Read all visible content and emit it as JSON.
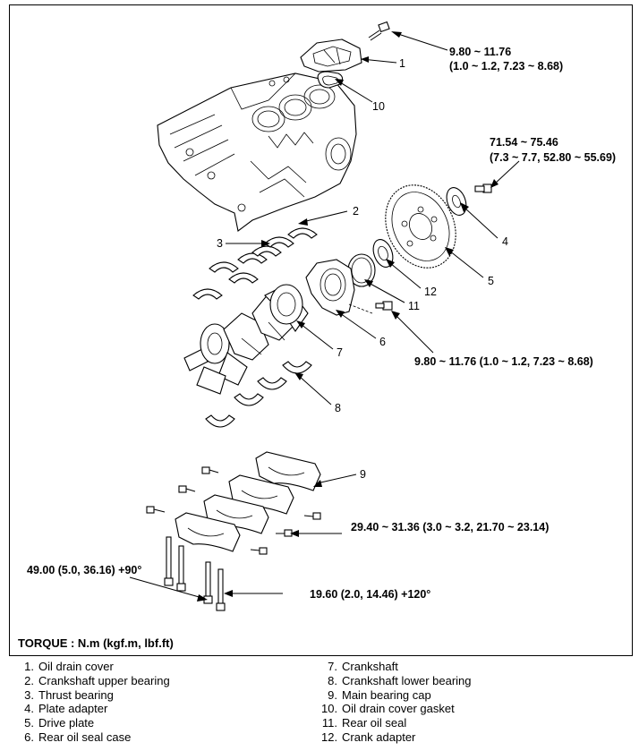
{
  "torque_specs": {
    "oil_drain_cover_bolt_line1": "9.80 ~ 11.76",
    "oil_drain_cover_bolt_line2": "(1.0 ~ 1.2, 7.23 ~ 8.68)",
    "drive_plate_bolt_line1": "71.54 ~ 75.46",
    "drive_plate_bolt_line2": "(7.3 ~ 7.7, 52.80 ~ 55.69)",
    "rear_oil_seal_case_bolt": "9.80 ~ 11.76 (1.0 ~ 1.2, 7.23 ~ 8.68)",
    "bed_plate_bolt": "29.40 ~ 31.36 (3.0 ~ 3.2, 21.70 ~ 23.14)",
    "main_bearing_cap_bolt_a": "49.00 (5.0, 36.16) +90°",
    "main_bearing_cap_bolt_b": "19.60 (2.0, 14.46) +120°"
  },
  "callout_numbers": {
    "n1": "1",
    "n2": "2",
    "n3": "3",
    "n4": "4",
    "n5": "5",
    "n6": "6",
    "n7": "7",
    "n8": "8",
    "n9": "9",
    "n10": "10",
    "n11": "11",
    "n12": "12"
  },
  "torque_units": "TORQUE : N.m (kgf.m, lbf.ft)",
  "legend": {
    "left": [
      {
        "num": "1.",
        "label": "Oil drain cover"
      },
      {
        "num": "2.",
        "label": "Crankshaft upper bearing"
      },
      {
        "num": "3.",
        "label": "Thrust bearing"
      },
      {
        "num": "4.",
        "label": "Plate adapter"
      },
      {
        "num": "5.",
        "label": "Drive plate"
      },
      {
        "num": "6.",
        "label": "Rear oil seal case"
      }
    ],
    "right": [
      {
        "num": "7.",
        "label": "Crankshaft"
      },
      {
        "num": "8.",
        "label": "Crankshaft lower bearing"
      },
      {
        "num": "9.",
        "label": "Main bearing cap"
      },
      {
        "num": "10.",
        "label": "Oil drain cover gasket"
      },
      {
        "num": "11.",
        "label": "Rear oil seal"
      },
      {
        "num": "12.",
        "label": "Crank adapter"
      }
    ]
  }
}
